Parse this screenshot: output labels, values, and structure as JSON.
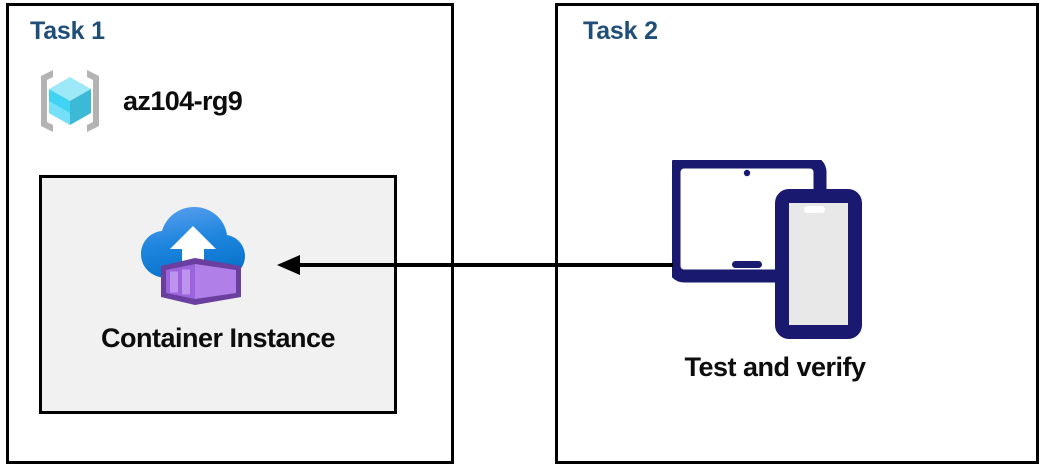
{
  "diagram": {
    "title_color": "#1F4E79",
    "panels": [
      {
        "id": "task1",
        "title": "Task 1",
        "resource_group": {
          "icon": "resource-group-cube-icon",
          "label": "az104-rg9"
        },
        "resource_box": {
          "icon": "azure-container-instance-icon",
          "label": "Container Instance",
          "fill_color": "#F1F1F1",
          "border_color": "#000000"
        }
      },
      {
        "id": "task2",
        "title": "Task 2",
        "devices": {
          "icon": "tablet-and-phone-devices-icon",
          "label": "Test and verify",
          "color": "#191970"
        }
      }
    ],
    "connector": {
      "name": "flow-arrow",
      "direction": "right-to-left",
      "color": "#000000",
      "from": "Test and verify",
      "to": "Container Instance"
    }
  }
}
